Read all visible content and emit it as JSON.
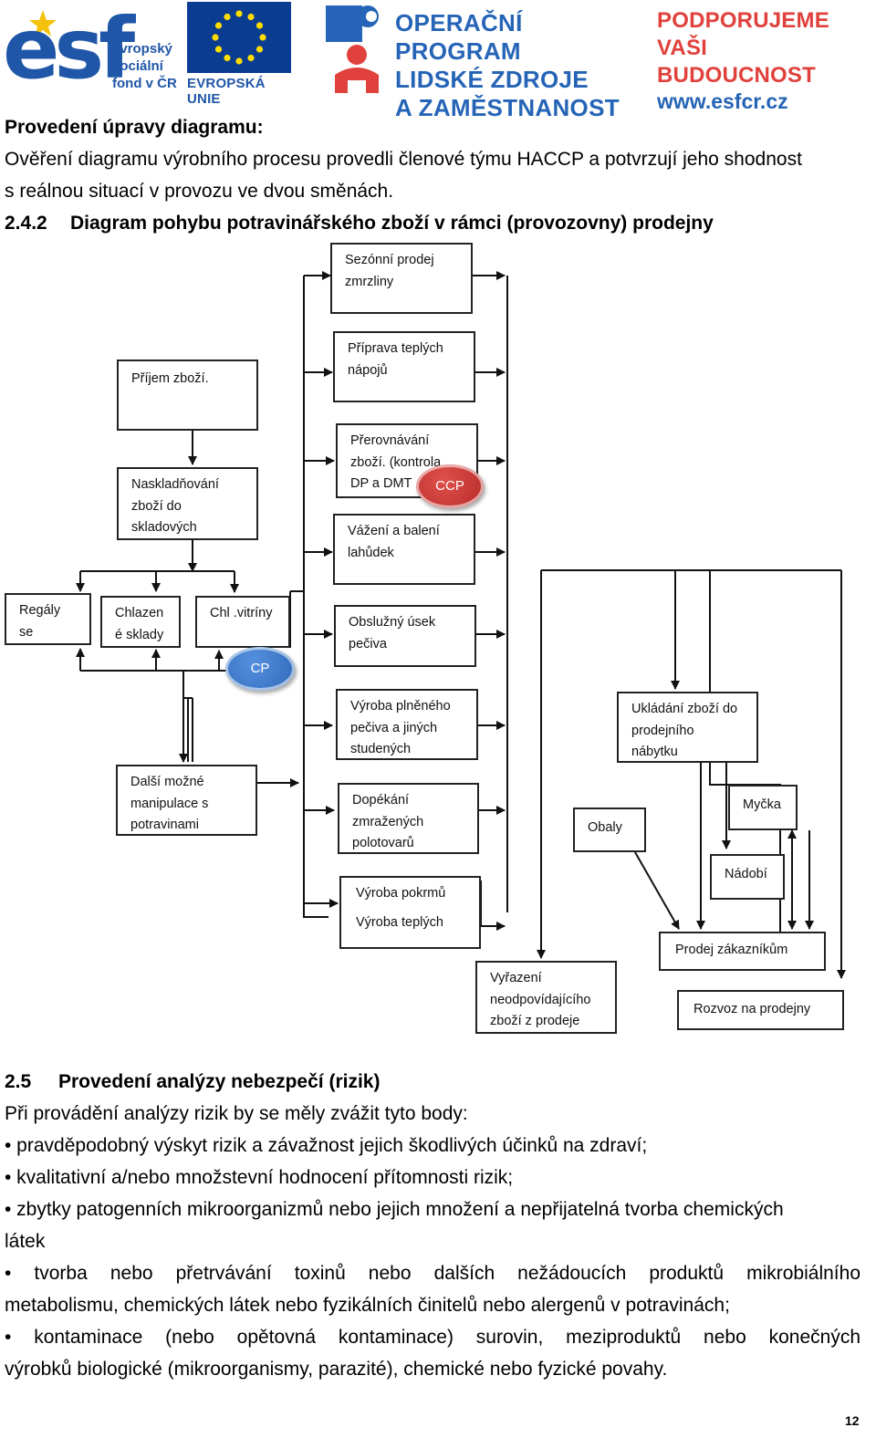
{
  "header": {
    "esf_logo": {
      "mark": "esf",
      "lines": [
        "evropský",
        "sociální",
        "fond v ČR"
      ]
    },
    "eu_logo": {
      "caption": "EVROPSKÁ UNIE"
    },
    "op_logo": {
      "lines": [
        "OPERAČNÍ PROGRAM",
        "LIDSKÉ ZDROJE",
        "A ZAMĚSTNANOST"
      ]
    },
    "support": {
      "lines": [
        "PODPORUJEME",
        "VAŠI BUDOUCNOST"
      ],
      "url": "www.esfcr.cz"
    }
  },
  "section_intro": {
    "heading": "Provedení úpravy diagramu:",
    "paragraph_line1": "Ověření diagramu výrobního procesu provedli členové týmu HACCP a potvrzují jeho shodnost",
    "paragraph_line2": "s reálnou situací v provozu ve dvou směnách.",
    "subheading_number": "2.4.2",
    "subheading_text": "Diagram pohybu potravinářského zboží v rámci (provozovny) prodejny"
  },
  "diagram": {
    "boxes": {
      "sezonni": "Sezónní prodej\nzmrzliny",
      "priprava": "Příprava teplých\nnápojů",
      "prijem": "Příjem zboží.",
      "prerovnavani": "Přerovnávání\nzboží. (kontrola\nDP a DMT",
      "naskladnovani": "Naskladňování\nzboží do\nskladových",
      "vazeni": "Vážení a balení\nlahůdek",
      "regaly": "Regály\nse",
      "chlazene": "Chlazen\né sklady",
      "chl_vitriny": "Chl .vitríny",
      "obsluzny": "Obslužný úsek\npečiva",
      "vyroba_plneneho": "Výroba plněného\npečiva a jiných\nstudených",
      "ukladani": "Ukládání zboží do\nprodejního\nnábytku",
      "dalsi": "Další možné\nmanipulace s\npotravinami",
      "dopekani": "Dopékání\nzmražených\npolotovarů",
      "obaly": "Obaly",
      "mycka": "Myčka",
      "nadobi": "Nádobí",
      "vyroba_pokrmu": "Výroba pokrmů",
      "vyroba_teplych": "Výroba teplých",
      "prodej": "Prodej zákazníkům",
      "vyrazeni": "Vyřazení\nneodpovídajícího\nzboží z prodeje",
      "rozvoz": "Rozvoz na prodejny"
    },
    "badges": {
      "ccp": "CCP",
      "cp": "CP"
    }
  },
  "section_25": {
    "number": "2.5",
    "title": "Provedení analýzy nebezpečí (rizik)",
    "intro": "Při provádění analýzy rizik by se měly zvážit tyto body:",
    "bullet1": "• pravděpodobný výskyt rizik a závažnost jejich škodlivých účinků na zdraví;",
    "bullet2": "• kvalitativní a/nebo množstevní hodnocení přítomnosti rizik;",
    "bullet3_line1": "• zbytky patogenních mikroorganizmů nebo jejich množení a nepřijatelná tvorba chemických",
    "bullet3_line2": "látek",
    "bullet4_line1": "• tvorba nebo přetrvávání toxinů nebo dalších nežádoucích produktů mikrobiálního",
    "bullet4_line2": "metabolismu, chemických látek nebo fyzikálních činitelů nebo alergenů v potravinách;",
    "bullet5_line1": "• kontaminace (nebo opětovná kontaminace) surovin, meziproduktů nebo konečných",
    "bullet5_line2": "výrobků biologické (mikroorganismy, parazité), chemické nebo fyzické povahy."
  },
  "page_number": "12",
  "colors": {
    "esf_blue": "#1f56a8",
    "op_blue": "#2564b6",
    "support_red": "#e0413c",
    "ccp_badge": "#c9302c",
    "cp_badge": "#3a78c9"
  }
}
